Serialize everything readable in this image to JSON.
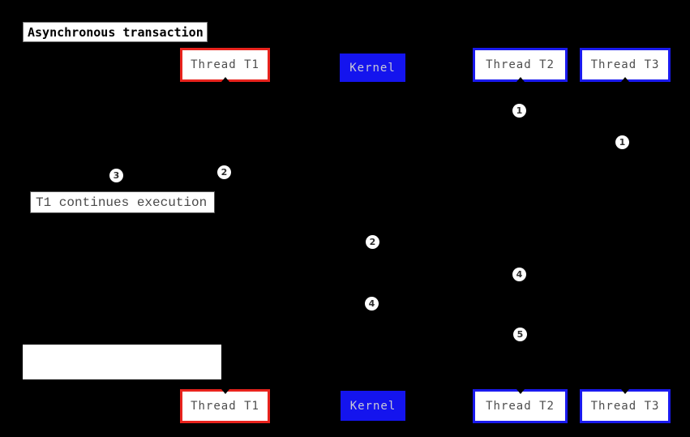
{
  "diagram": {
    "title": "Asynchronous transaction",
    "actors": {
      "t1": "Thread T1",
      "kernel": "Kernel",
      "t2": "Thread T2",
      "t3": "Thread T3"
    },
    "note": "T1 continues execution",
    "blank_note": "",
    "markers": {
      "t2_1": "1",
      "t3_1": "1",
      "t1_2": "2",
      "t1_3": "3",
      "kernel_2": "2",
      "t2_4": "4",
      "kernel_4": "4",
      "t2_5": "5"
    },
    "colors": {
      "background": "#000000",
      "t1_border": "#e8231d",
      "t2_t3_border": "#1a1aee",
      "kernel_fill": "#1414ee",
      "box_fill": "#ffffff",
      "box_text": "#4d4d4d",
      "kernel_text": "#c9c9d6"
    }
  }
}
